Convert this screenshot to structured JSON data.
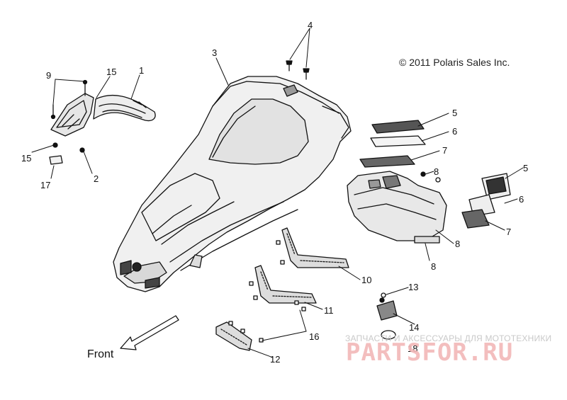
{
  "copyright": "© 2011 Polaris Sales Inc.",
  "front_label": "Front",
  "watermark": {
    "caption": "ЗАПЧАСТИ И АКСЕССУАРЫ ДЛЯ МОТОТЕХНИКИ",
    "brand": "PARTSFOR.RU"
  },
  "callouts": {
    "c1": "1",
    "c2": "2",
    "c3": "3",
    "c4": "4",
    "c5a": "5",
    "c5b": "5",
    "c6a": "6",
    "c6b": "6",
    "c7a": "7",
    "c7b": "7",
    "c8a": "8",
    "c8b": "8",
    "c8c": "8",
    "c9": "9",
    "c10": "10",
    "c11": "11",
    "c12": "12",
    "c13": "13",
    "c14": "14",
    "c15a": "15",
    "c15b": "15",
    "c16": "16",
    "c17": "17",
    "c18": "18"
  }
}
